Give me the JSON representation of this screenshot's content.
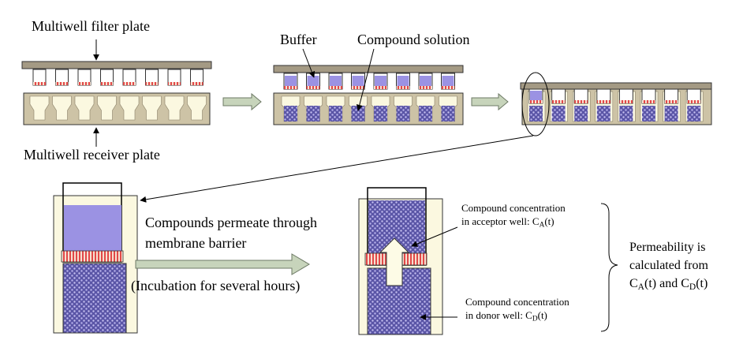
{
  "labels": {
    "filter_plate": "Multiwell filter plate",
    "receiver_plate": "Multiwell receiver plate",
    "buffer": "Buffer",
    "compound_solution": "Compound solution",
    "permeate_line1": "Compounds permeate through",
    "permeate_line2": "membrane barrier",
    "incubation": "(Incubation for several hours)",
    "acceptor_line1": "Compound concentration",
    "acceptor_line2_prefix": "in acceptor well: C",
    "acceptor_sub": "A",
    "acceptor_suffix": "(t)",
    "donor_line1": "Compound concentration",
    "donor_line2_prefix": "in donor well: C",
    "donor_sub": "D",
    "donor_suffix": "(t)",
    "perm_line1": "Permeability is",
    "perm_line2": "calculated from",
    "perm_c": "C",
    "perm_sub_a": "A",
    "perm_and": "(t) and C",
    "perm_sub_d": "D",
    "perm_end": "(t)"
  },
  "colors": {
    "plate_top": "#a49a84",
    "receiver_body": "#cdc3a6",
    "well_fill": "#fbf8e0",
    "buffer": "#9b92e3",
    "compound": "#5c57a8",
    "membrane": "#e24848",
    "flow_arrow": "#c7d4bb",
    "cream_arrow": "#fdfbe6"
  },
  "icons": {
    "right_arrow": "block-arrow-right-icon",
    "up_arrow": "block-arrow-up-icon",
    "brace": "right-brace-icon"
  }
}
